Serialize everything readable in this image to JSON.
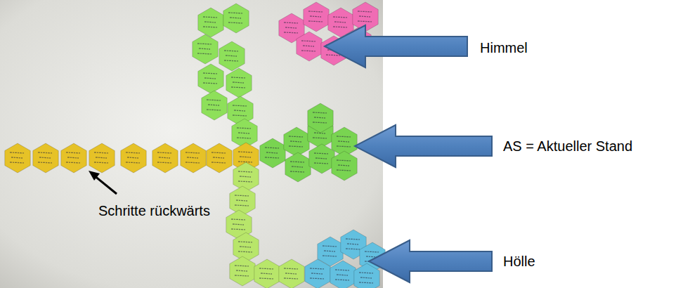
{
  "diagram": {
    "labels": [
      "Himmel",
      "AS = Aktueller Stand",
      "Hölle",
      "Schritte rückwärts"
    ]
  }
}
